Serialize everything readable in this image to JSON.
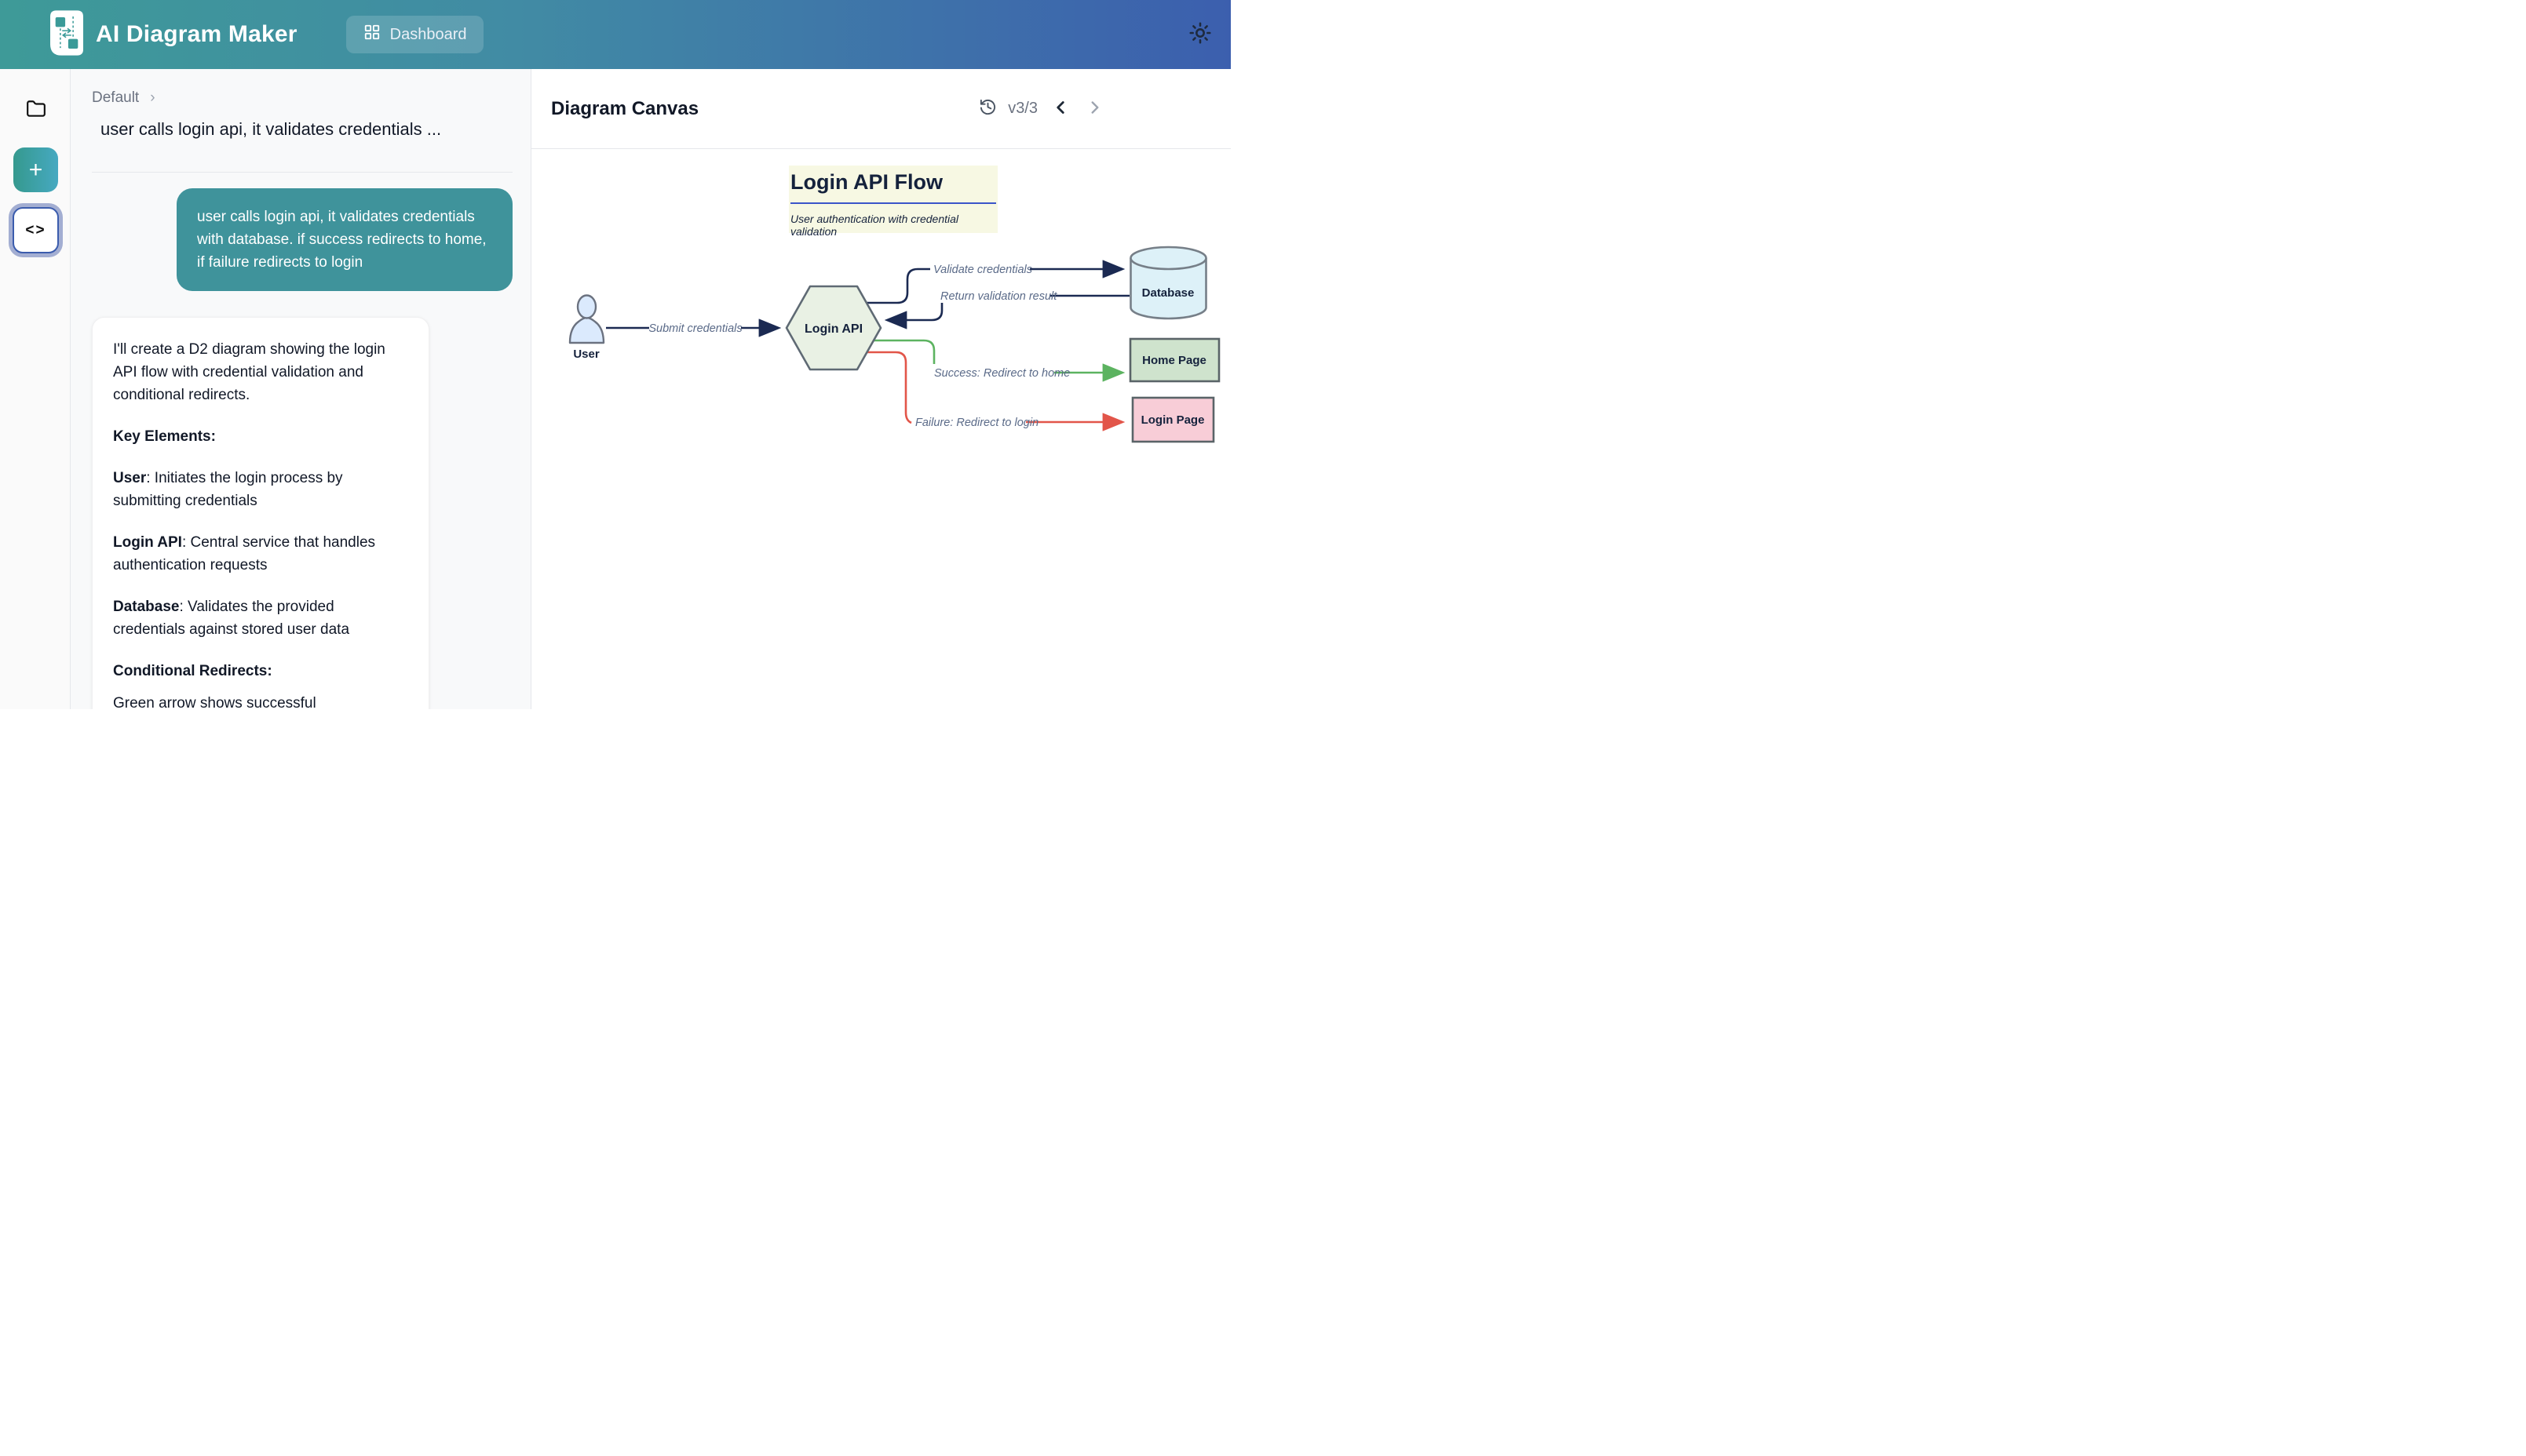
{
  "header": {
    "app_title": "AI Diagram Maker",
    "dashboard_label": "Dashboard"
  },
  "sidebar": {
    "icons": [
      "folder",
      "add-diagram",
      "code-view"
    ]
  },
  "chat": {
    "breadcrumb": "Default",
    "breadcrumb_separator": "›",
    "conversation_title": "user calls login api, it validates credentials ...",
    "user_message": "user calls login api, it validates credentials with database. if success redirects to home, if failure redirects to login",
    "assistant": {
      "intro": "I'll create a D2 diagram showing the login API flow with credential validation and conditional redirects.",
      "key_elements_heading": "Key Elements:",
      "items": [
        {
          "term": "User",
          "description": ": Initiates the login process by submitting credentials"
        },
        {
          "term": "Login API",
          "description": ": Central service that handles authentication requests"
        },
        {
          "term": "Database",
          "description": ": Validates the provided credentials against stored user data"
        }
      ],
      "conditional_heading": "Conditional Redirects:",
      "conditional_text": "Green arrow shows successful authentication leading to home page"
    }
  },
  "canvas": {
    "title": "Diagram Canvas",
    "version_label": "v3/3",
    "diagram": {
      "title": "Login API Flow",
      "subtitle": "User authentication with credential validation",
      "nodes": [
        {
          "id": "user",
          "label": "User",
          "shape": "person",
          "fill": "#DBEAFD"
        },
        {
          "id": "login-api",
          "label": "Login API",
          "shape": "hexagon",
          "fill": "#E9F1E4"
        },
        {
          "id": "database",
          "label": "Database",
          "shape": "cylinder",
          "fill": "#DDF1F8"
        },
        {
          "id": "home-page",
          "label": "Home Page",
          "shape": "rectangle",
          "fill": "#CFE3CD"
        },
        {
          "id": "login-page",
          "label": "Login Page",
          "shape": "rectangle",
          "fill": "#F8CDD7"
        }
      ],
      "edges": [
        {
          "from": "user",
          "to": "login-api",
          "label": "Submit credentials",
          "color": "#1B2A52"
        },
        {
          "from": "login-api",
          "to": "database",
          "label": "Validate credentials",
          "color": "#1B2A52"
        },
        {
          "from": "database",
          "to": "login-api",
          "label": "Return validation result",
          "color": "#1B2A52"
        },
        {
          "from": "login-api",
          "to": "home-page",
          "label": "Success: Redirect to home",
          "color": "#5CB360"
        },
        {
          "from": "login-api",
          "to": "login-page",
          "label": "Failure: Redirect to login",
          "color": "#E25549"
        }
      ]
    }
  },
  "colors": {
    "header_teal": "#3E9A98",
    "header_blue": "#3C5FAE",
    "bubble_teal": "#3F939B",
    "arrow_navy": "#1B2A52",
    "arrow_green": "#5CB360",
    "arrow_red": "#E25549",
    "edge_label": "#5A6A88",
    "diagram_text": "#15223C",
    "title_block_bg": "#F7F8E3",
    "title_underline": "#3B55C9"
  }
}
